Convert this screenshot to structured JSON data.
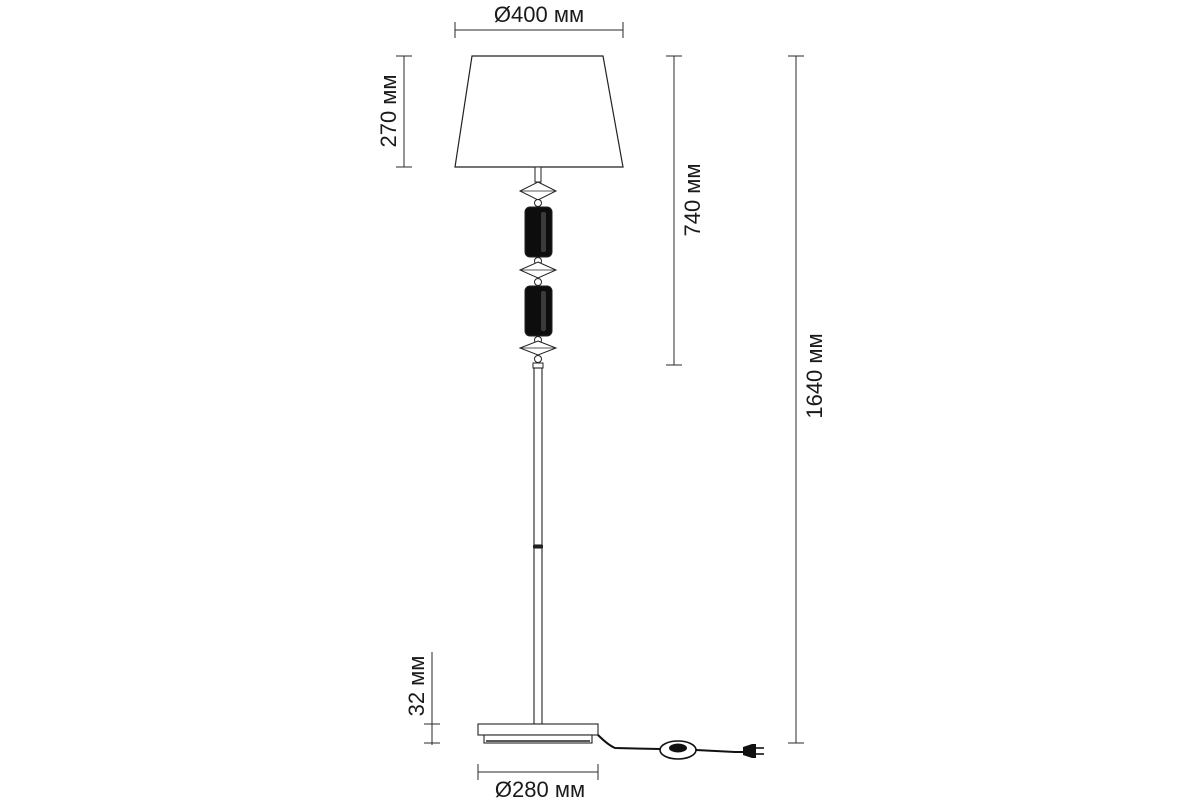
{
  "dimensions": {
    "shade_diameter": "Ø400 мм",
    "shade_height": "270 мм",
    "upper_section_height": "740 мм",
    "total_height": "1640 мм",
    "base_height": "32 мм",
    "base_diameter": "Ø280 мм"
  },
  "colors": {
    "line": "#222222",
    "dark_glass": "#0d0d0d",
    "background": "#ffffff"
  }
}
